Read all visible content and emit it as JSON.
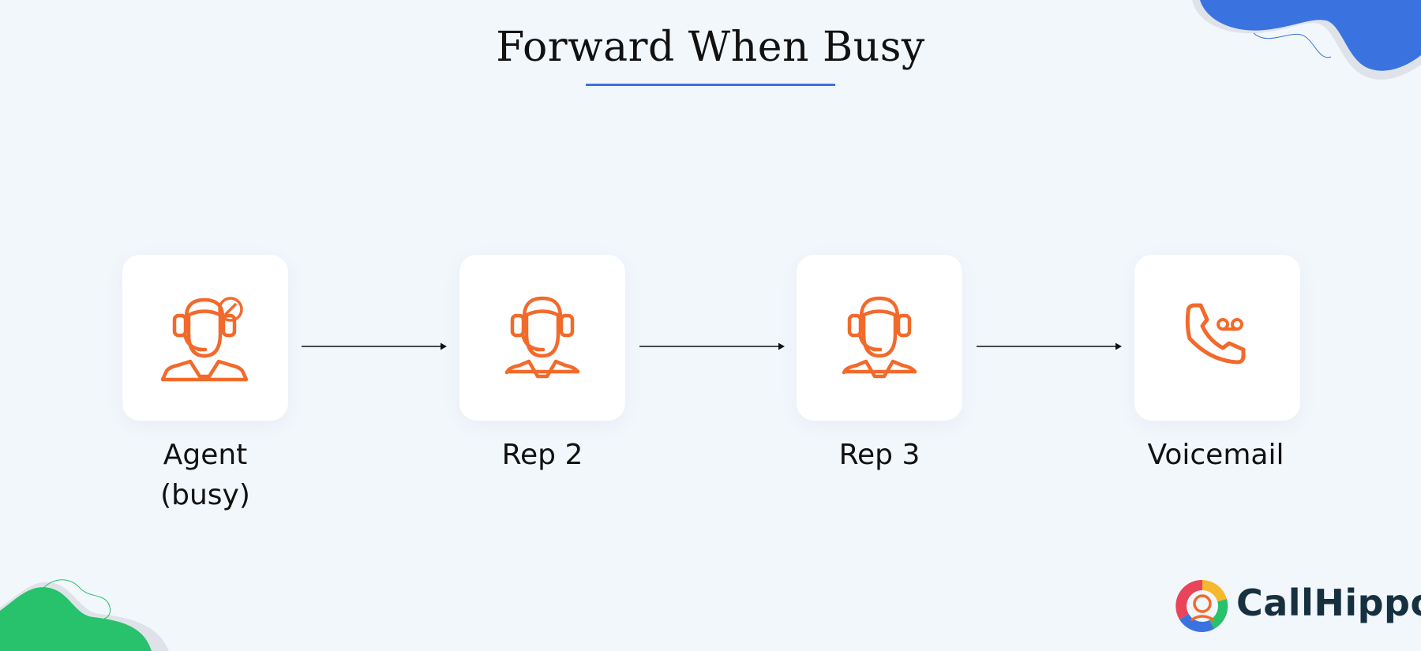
{
  "title": "Forward When Busy",
  "colors": {
    "background": "#f2f7fc",
    "accent": "#3a73e0",
    "icon": "#f26a2b",
    "text": "#111111",
    "logo_text": "#16303f",
    "blob_blue": "#3a73e0",
    "blob_green": "#27c26b"
  },
  "steps": [
    {
      "label_line1": "Agent",
      "label_line2": "(busy)",
      "icon": "agent-busy-icon"
    },
    {
      "label_line1": "Rep 2",
      "label_line2": "",
      "icon": "headset-agent-icon"
    },
    {
      "label_line1": "Rep 3",
      "label_line2": "",
      "icon": "headset-agent-icon"
    },
    {
      "label_line1": "Voicemail",
      "label_line2": "",
      "icon": "phone-voicemail-icon"
    }
  ],
  "logo": {
    "text": "CallHippo"
  }
}
